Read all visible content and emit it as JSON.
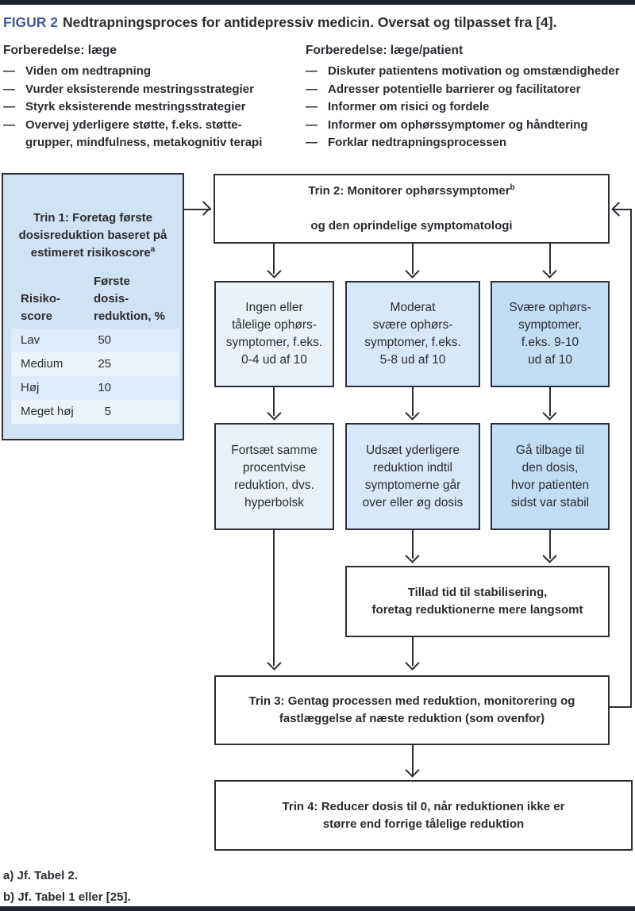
{
  "figure": {
    "label": "FIGUR 2",
    "title": "Nedtrapningsproces for antidepressiv medicin. Oversat og tilpasset fra [4]."
  },
  "prep_left": {
    "header": "Forberedelse: læge",
    "dash": "—",
    "items": [
      "Viden om nedtrapning",
      "Vurder eksisterende mestringsstrategier",
      "Styrk eksisterende mestringsstrategier",
      "Overvej yderligere støtte, f.eks. støtte-\ngrupper, mindfulness, metakognitiv terapi"
    ]
  },
  "prep_right": {
    "header": "Forberedelse: læge/patient",
    "dash": "—",
    "items": [
      "Diskuter patientens motivation og omstændigheder",
      "Adresser potentielle barrierer og facilitatorer",
      "Informer om risici og fordele",
      "Informer om ophørssymptomer og håndtering",
      "Forklar nedtrapningsprocessen"
    ]
  },
  "step1": {
    "prefix": "Trin 1:",
    "text": " Foretag første\ndosisreduktion baseret på\nestimeret risikoscore",
    "sup": "a",
    "table": {
      "col1_header": "Risiko-\nscore",
      "col2_header": "Første\ndosis-\nreduktion, %",
      "rows": [
        {
          "label": "Lav",
          "value": "50"
        },
        {
          "label": "Medium",
          "value": "25"
        },
        {
          "label": "Høj",
          "value": "10"
        },
        {
          "label": "Meget høj",
          "value": "5"
        }
      ]
    }
  },
  "step2": {
    "prefix": "Trin 2:",
    "text": " Monitorer ophørssymptomer",
    "sup": "b",
    "text2": "og den oprindelige symptomatologi"
  },
  "severity_boxes": [
    {
      "text": "Ingen eller\ntålelige ophørs-\nsymptomer, f.eks.\n0-4 ud af 10"
    },
    {
      "text": "Moderat\nsvære ophørs-\nsymptomer, f.eks.\n5-8 ud af 10"
    },
    {
      "text": "Svære ophørs-\nsymptomer,\nf.eks. 9-10\nud af 10"
    }
  ],
  "action_boxes": [
    {
      "text": "Fortsæt samme\nprocentvise\nreduktion, dvs.\nhyperbolsk"
    },
    {
      "text": "Udsæt yderligere\nreduktion indtil\nsymptomerne går\nover eller øg dosis"
    },
    {
      "text": "Gå tilbage til\nden dosis,\nhvor patienten\nsidst var stabil"
    }
  ],
  "stabilize_box": {
    "text": "Tillad tid til stabilisering,\nforetag reduktionerne mere langsomt"
  },
  "step3": {
    "prefix": "Trin 3:",
    "text": " Gentag processen med reduktion, monitorering og\nfastlæggelse af næste reduktion (som ovenfor)"
  },
  "step4": {
    "prefix": "Trin 4:",
    "text": " Reducer dosis til 0, når reduktionen ikke er\nstørre end forrige tålelige reduktion"
  },
  "footnotes": [
    "a) Jf. Tabel 2.",
    "b) Jf. Tabel 1 eller [25]."
  ],
  "colors": {
    "accent_blue_label": "#41589c",
    "box_fill_step1": "#cfe3f4",
    "box_fill_light": "#e9f2fb",
    "box_fill_medium": "#d7e9f8",
    "box_fill_dark": "#c3ddf3",
    "table_row_odd": "#dcecfa",
    "table_row_even": "#ebf4fc",
    "line_color": "#2e2e36",
    "bar_color": "#20242e"
  }
}
